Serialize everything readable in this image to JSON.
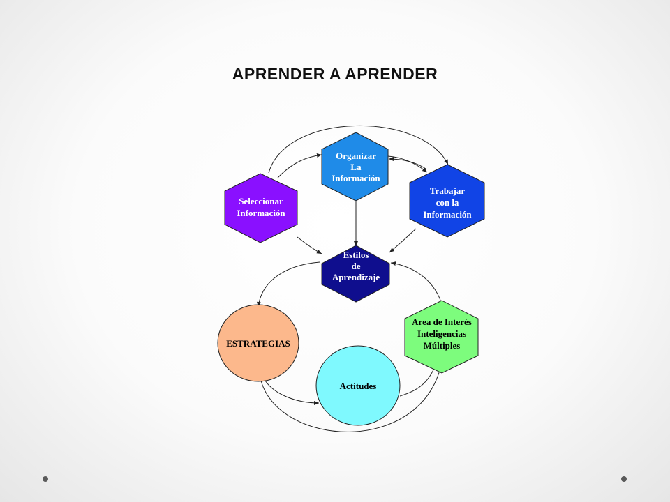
{
  "slide": {
    "title": "APRENDER A APRENDER"
  },
  "nodes": {
    "organizar": {
      "lines": [
        "Organizar",
        "La",
        "Información"
      ],
      "color": "#1f8be8",
      "shape": "hexagon"
    },
    "seleccionar": {
      "lines": [
        "Seleccionar",
        "Información"
      ],
      "color": "#8a10ff",
      "shape": "hexagon"
    },
    "trabajar": {
      "lines": [
        "Trabajar",
        "con la",
        "Información"
      ],
      "color": "#1144e6",
      "shape": "hexagon"
    },
    "estilos": {
      "lines": [
        "Estilos",
        "de",
        "Aprendizaje"
      ],
      "color": "#0f0e8e",
      "shape": "hexagon"
    },
    "area": {
      "lines": [
        "Area de Interés",
        "Inteligencias",
        "Múltiples"
      ],
      "color": "#7dfc7d",
      "shape": "hexagon"
    },
    "estrategias": {
      "lines": [
        "ESTRATEGIAS"
      ],
      "color": "#fcb88c",
      "shape": "circle"
    },
    "actitudes": {
      "lines": [
        "Actitudes"
      ],
      "color": "#7ff9fe",
      "shape": "circle"
    }
  },
  "colors": {
    "background": "#ffffff",
    "arrow": "#222222",
    "dot": "#5a5a5a"
  }
}
